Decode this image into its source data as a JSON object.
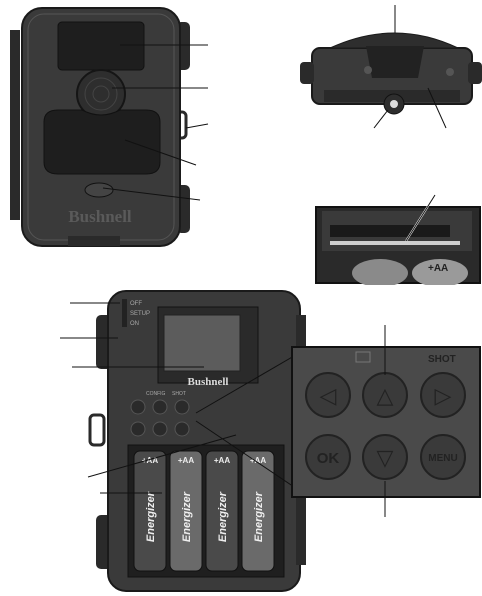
{
  "figures": {
    "front_view": {
      "logo": "Bushnell"
    },
    "top_view": {},
    "card_slot": {
      "battery_label": "+AA"
    },
    "open_view": {
      "switch_labels": [
        "OFF",
        "SETUP",
        "ON"
      ],
      "button_labels": [
        "CONFIG",
        "SHOT"
      ],
      "screen_brand": "Bushnell",
      "battery_brand": "Energizer",
      "battery_type": "+AA",
      "zoom_header": [
        "",
        "SHOT"
      ],
      "zoom_buttons": [
        "◁",
        "△",
        "▷",
        "OK",
        "▽",
        "MENU"
      ]
    }
  },
  "colors": {
    "body": "#3a3a3a",
    "body_dark": "#1e1e1e",
    "panel": "#4a4a4a",
    "leader": "#111111"
  }
}
